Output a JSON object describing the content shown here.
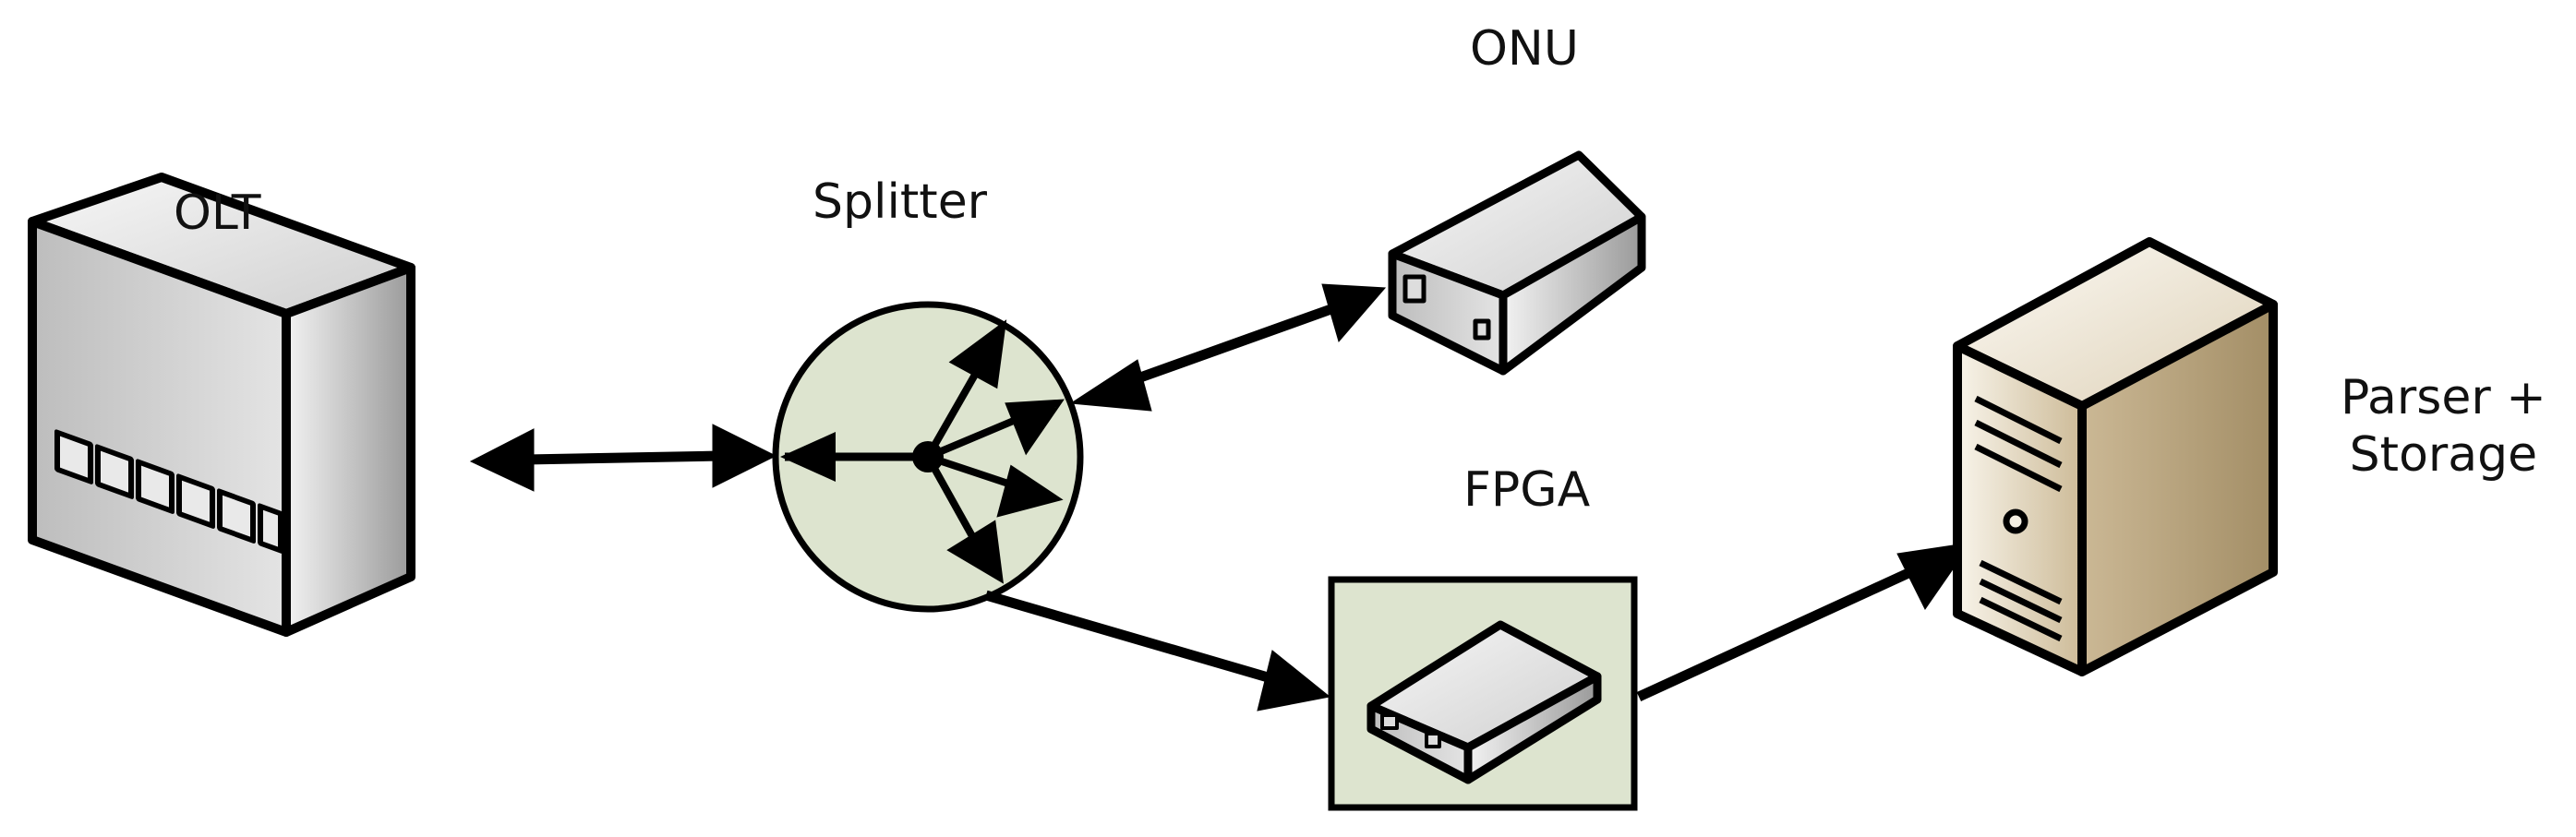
{
  "labels": {
    "olt": "OLT",
    "splitter": "Splitter",
    "onu": "ONU",
    "fpga": "FPGA",
    "server_line1": "Parser +",
    "server_line2": "Storage"
  },
  "colors": {
    "splitter_fill": "#dde4cf",
    "fpga_box_fill": "#dde4cf",
    "server_body": "#d9ccb4",
    "device_face": "#e6e6e6",
    "stroke": "#000000"
  },
  "icons": {
    "olt": "network-switch-icon",
    "onu": "network-modem-icon",
    "fpga": "fpga-board-icon",
    "server": "server-tower-icon"
  }
}
